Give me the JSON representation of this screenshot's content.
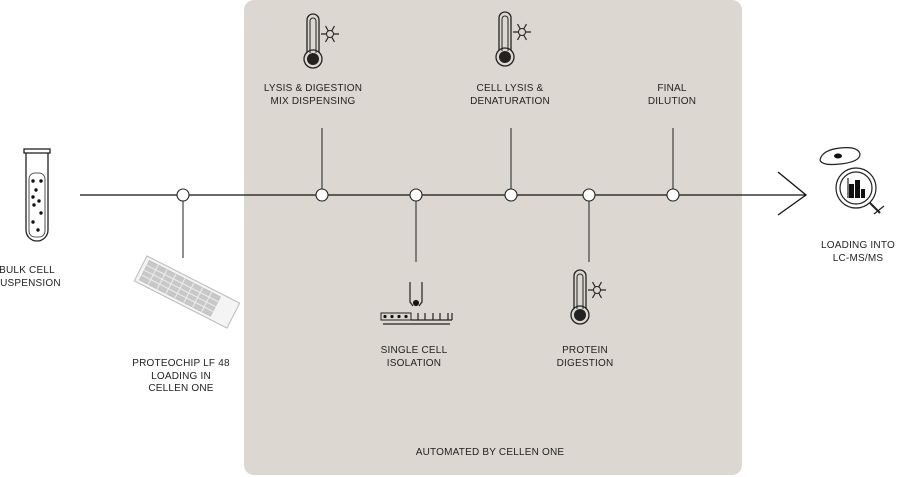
{
  "start": {
    "label_line1": "BULK CELL",
    "label_line2": "SUSPENSION"
  },
  "steps": [
    {
      "line1": "PROTEOCHIP LF 48",
      "line2": "LOADING IN",
      "line3": "CELLEN ONE"
    },
    {
      "line1": "LYSIS & DIGESTION",
      "line2": "MIX DISPENSING"
    },
    {
      "line1": "SINGLE CELL",
      "line2": "ISOLATION"
    },
    {
      "line1": "CELL LYSIS &",
      "line2": "DENATURATION"
    },
    {
      "line1": "PROTEIN",
      "line2": "DIGESTION"
    },
    {
      "line1": "FINAL",
      "line2": "DILUTION"
    }
  ],
  "end": {
    "label_line1": "LOADING INTO",
    "label_line2": "LC-MS/MS"
  },
  "panel": {
    "label": "AUTOMATED BY CELLEN ONE",
    "color": "#dcd8d1"
  }
}
